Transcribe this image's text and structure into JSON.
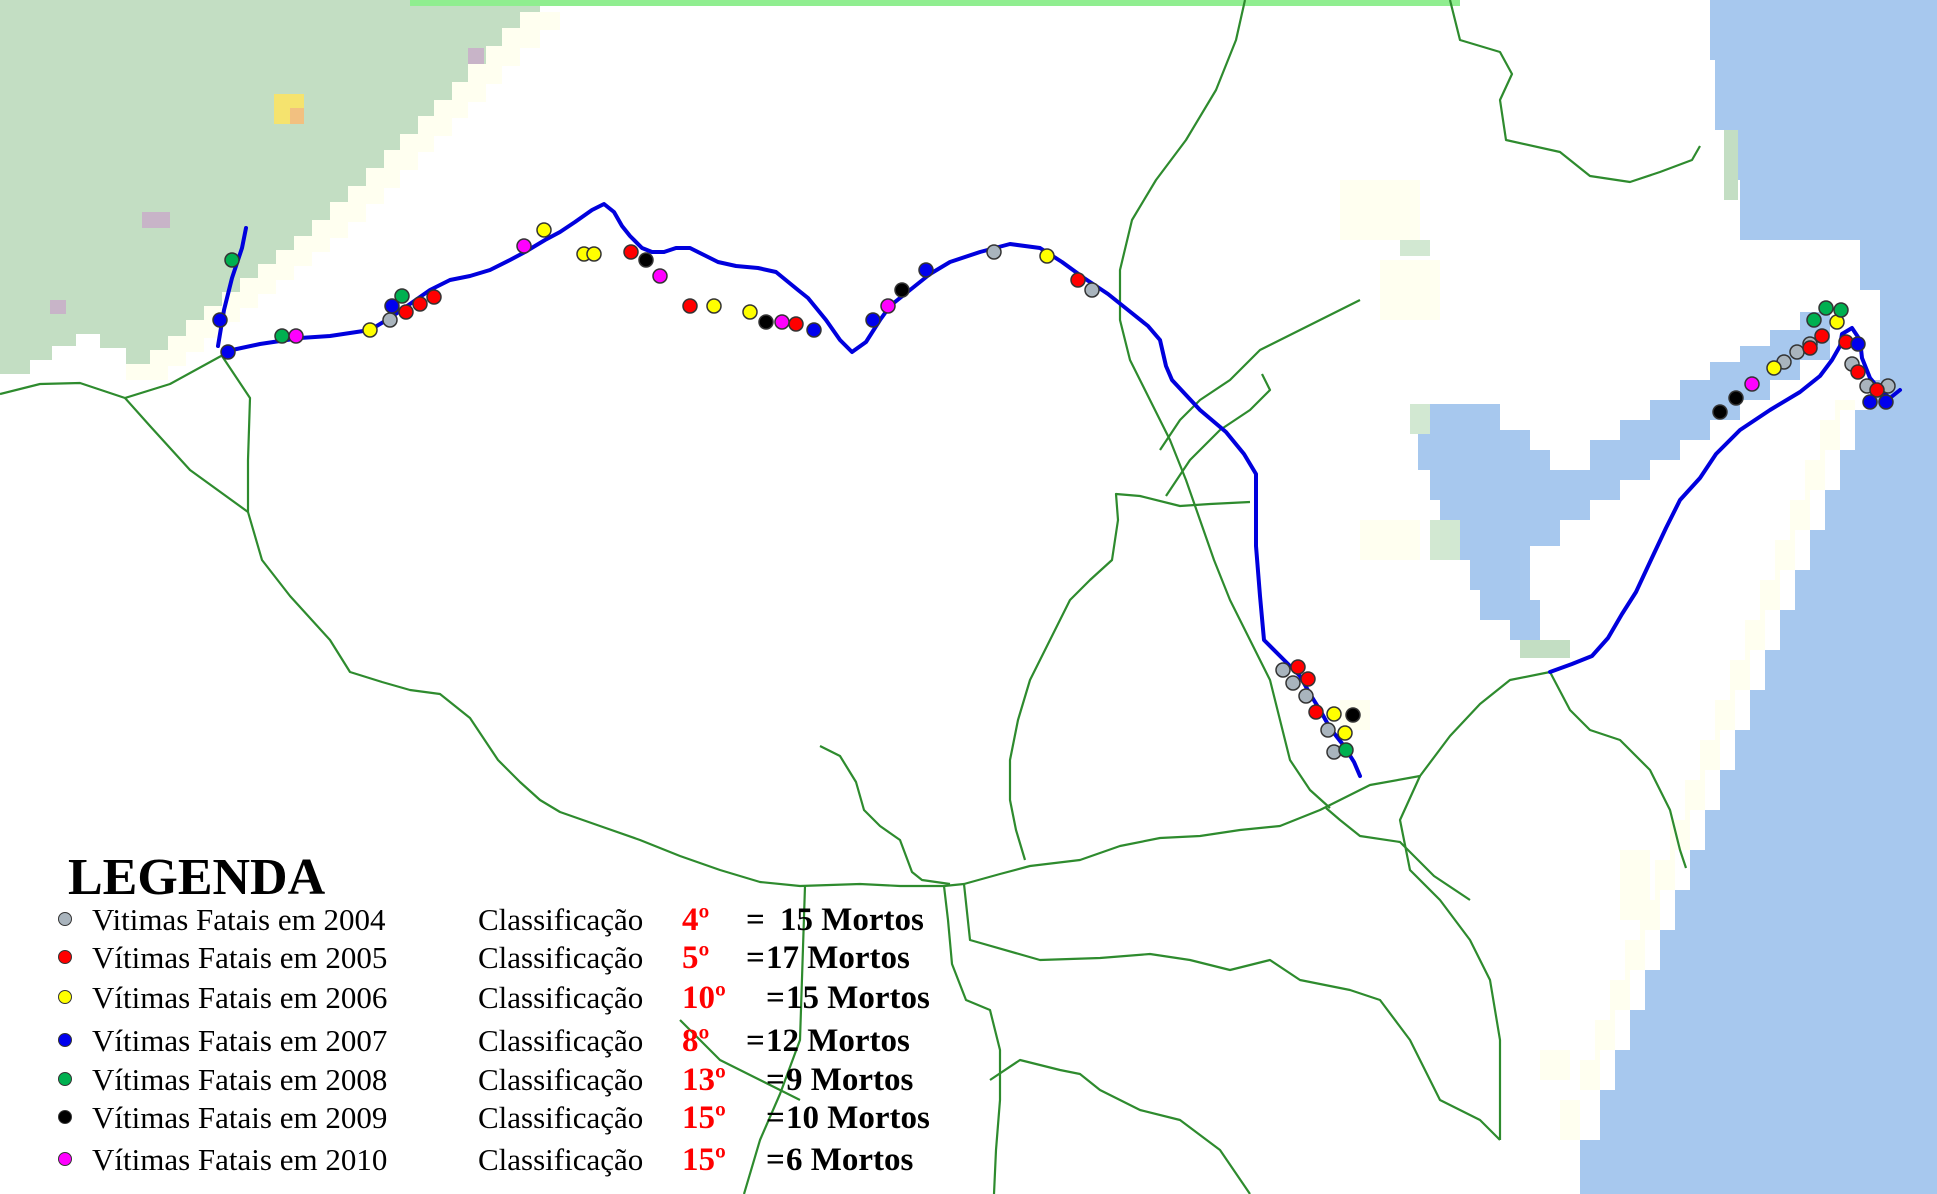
{
  "legend": {
    "title": "LEGENDA",
    "entries": [
      {
        "label": "Vitimas Fatais em 2004",
        "classification_label": "Classificação",
        "rank": "4º",
        "equals": "=",
        "deaths": "15 Mortos",
        "color": "#a9b4bd"
      },
      {
        "label": "Vítimas Fatais em 2005",
        "classification_label": "Classificação",
        "rank": "5º",
        "equals": "=",
        "deaths": "17 Mortos",
        "color": "#ff0000"
      },
      {
        "label": "Vítimas Fatais em 2006",
        "classification_label": "Classificação",
        "rank": "10º",
        "equals": "=",
        "deaths": "15 Mortos",
        "color": "#ffff00"
      },
      {
        "label": "Vítimas Fatais em 2007",
        "classification_label": "Classificação",
        "rank": "8º",
        "equals": "=",
        "deaths": "12 Mortos",
        "color": "#0000ee"
      },
      {
        "label": "Vítimas Fatais em 2008",
        "classification_label": "Classificação",
        "rank": "13º",
        "equals": "=",
        "deaths": "9 Mortos",
        "color": "#00b050"
      },
      {
        "label": "Vítimas Fatais em 2009",
        "classification_label": "Classificação",
        "rank": "15º",
        "equals": "=",
        "deaths": "10 Mortos",
        "color": "#000000"
      },
      {
        "label": "Vítimas Fatais em 2010",
        "classification_label": "Classificação",
        "rank": "15º",
        "equals": "=",
        "deaths": "6 Mortos",
        "color": "#ff00ff"
      }
    ]
  },
  "colors": {
    "road_highlight": "#0000dd",
    "road_network": "#2e8b2e",
    "water": "#a7c8ee",
    "vegetation": "#c3dec3",
    "land_light": "#fffff2",
    "top_band": "#90ee90",
    "urban_pink": "#c8b4c8",
    "urban_yellow": "#f5e36e"
  }
}
